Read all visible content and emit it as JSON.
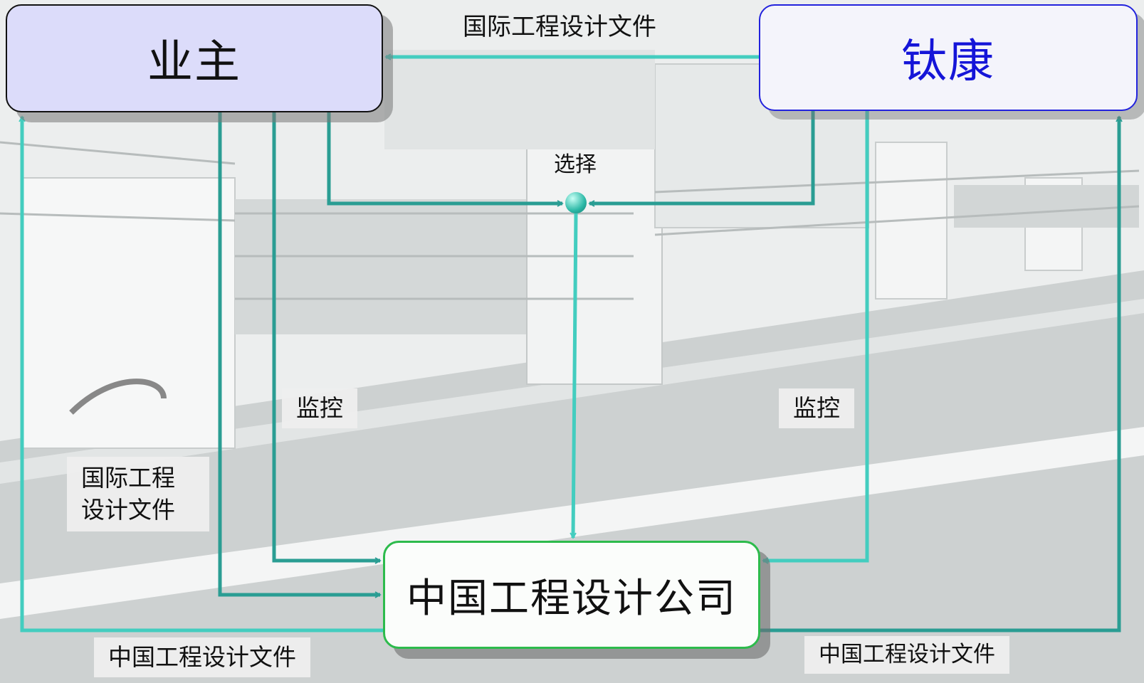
{
  "nodes": {
    "owner": "业主",
    "taikang": "钛康",
    "company": "中国工程设计公司"
  },
  "labels": {
    "top": "国际工程设计文件",
    "select": "选择",
    "monitor_left": "监控",
    "monitor_right": "监控",
    "left_line1": "国际工程",
    "left_line2": "设计文件",
    "bottom_left": "中国工程设计文件",
    "bottom_right": "中国工程设计文件"
  },
  "colors": {
    "arrow": "#2a9d93",
    "arrow_light": "#43cdbf",
    "owner_fill": "#dcdcfa",
    "taikang_text": "#1515d8",
    "company_border": "#2dbb4c"
  }
}
